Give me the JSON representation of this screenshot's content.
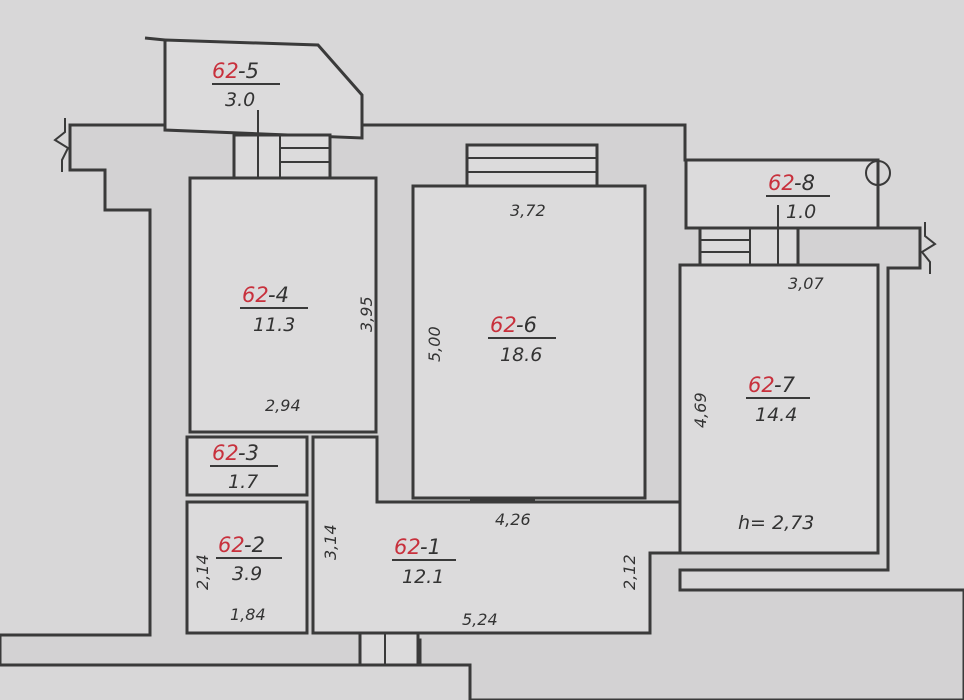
{
  "rooms": [
    {
      "num": "62",
      "sub": "-1",
      "area": "12.1"
    },
    {
      "num": "62",
      "sub": "-2",
      "area": "3.9"
    },
    {
      "num": "62",
      "sub": "-3",
      "area": "1.7"
    },
    {
      "num": "62",
      "sub": "-4",
      "area": "11.3"
    },
    {
      "num": "62",
      "sub": "-5",
      "area": "3.0"
    },
    {
      "num": "62",
      "sub": "-6",
      "area": "18.6"
    },
    {
      "num": "62",
      "sub": "-7",
      "area": "14.4"
    },
    {
      "num": "62",
      "sub": "-8",
      "area": "1.0"
    }
  ],
  "dimensions": {
    "r1_top": "4,26",
    "r1_bottom": "5,24",
    "r1_left": "3,14",
    "r1_right": "2,12",
    "r2_left": "2,14",
    "r2_bottom": "1,84",
    "r4_right": "3,95",
    "r4_bottom": "2,94",
    "r6_top": "3,72",
    "r6_left": "5,00",
    "r7_top": "3,07",
    "r7_left": "4,69"
  },
  "ceiling_height": "h= 2,73",
  "colors": {
    "room_number": "#c8303c",
    "lines": "#3a3a3a",
    "background": "#d8d7d8"
  }
}
